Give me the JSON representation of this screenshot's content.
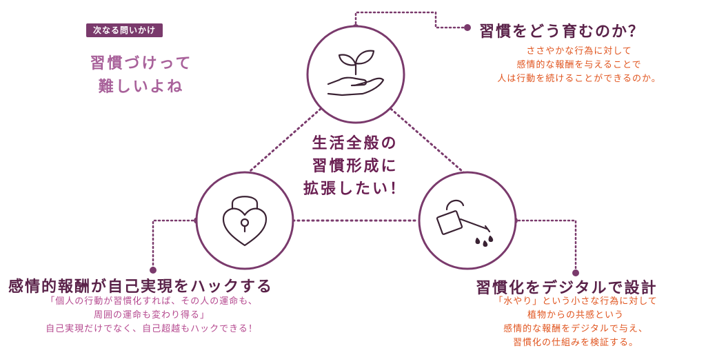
{
  "tag": "次なる問いかけ",
  "lead": [
    "習慣づけって",
    "難しいよね"
  ],
  "center": [
    "生活全般の",
    "習慣形成に",
    "拡張したい！"
  ],
  "top": {
    "heading": "習慣をどう育むのか？",
    "lines": [
      "ささやかな行為に対して",
      "感情的な報酬を与えることで",
      "人は行動を続けることができるのか。"
    ]
  },
  "left": {
    "heading": "感情的報酬が自己実現をハックする",
    "lines": [
      "「個人の行動が習慣化すれば、その人の運命も、",
      "周囲の運命も変わり得る」",
      "自己実現だけでなく、自己超越もハックできる！"
    ]
  },
  "right": {
    "heading": "習慣化をデジタルで設計",
    "lines": [
      "「水やり」という小さな行為に対して",
      "植物からの共感という",
      "感情的な報酬をデジタルで与え、",
      "習慣化の仕組みを検証する。"
    ]
  },
  "icons": {
    "top": "plant-in-hand-icon",
    "left": "heart-padlock-icon",
    "right": "watering-can-icon"
  },
  "colors": {
    "circle": "#7a3a6c",
    "heading": "#5a2249",
    "accent": "#e0541e",
    "pink": "#b5498f"
  }
}
